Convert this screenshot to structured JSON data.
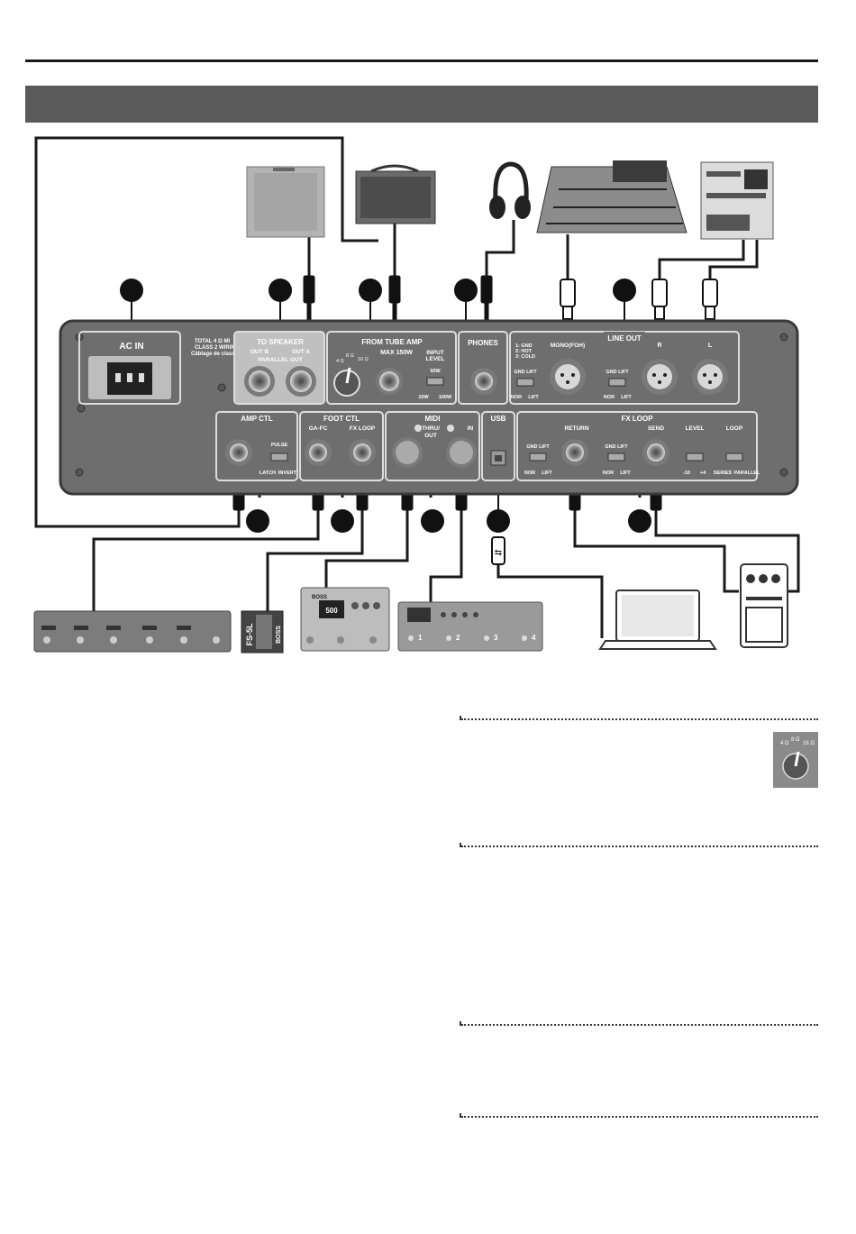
{
  "panel": {
    "ac_in": "AC IN",
    "total_lines": [
      "TOTAL 4 Ω MI",
      "CLASS 2 WIRIN",
      "Câblage de classe"
    ],
    "to_speaker": "TO SPEAKER",
    "out_b": "OUT B",
    "out_a": "OUT A",
    "parallel_out": "PARALLEL OUT",
    "from_tube_amp": "FROM TUBE AMP",
    "max_150w": "MAX 150W",
    "input": "INPUT",
    "level": "LEVEL",
    "ohm_4": "4 Ω",
    "ohm_8": "8 Ω",
    "ohm_16": "16 Ω",
    "w50": "50W",
    "w10": "10W",
    "w100": "100W",
    "phones": "PHONES",
    "line_out": "LINE OUT",
    "gnd_legend": [
      "1: GND",
      "2: HOT",
      "3: COLD"
    ],
    "mono_foh": "MONO(FOH)",
    "r": "R",
    "l": "L",
    "gnd_lift": "GND LIFT",
    "nor": "NOR",
    "lift": "LIFT",
    "amp_ctl": "AMP CTL",
    "pulse": "PULSE",
    "latch": "LATCH",
    "invert": "INVERT",
    "foot_ctl": "FOOT CTL",
    "ga_fc": "GA-FC",
    "fx_loop_jack": "FX LOOP",
    "midi": "MIDI",
    "thru_out": [
      "THRU/",
      "OUT"
    ],
    "midi_in": "IN",
    "usb": "USB",
    "fx_loop": "FX LOOP",
    "return": "RETURN",
    "send": "SEND",
    "level_sw": "LEVEL",
    "loop": "LOOP",
    "minus10": "-10",
    "plus4": "+4",
    "series": "SERIES",
    "parallel": "PARALLEL"
  },
  "devices": {
    "fs5l_label": "FS-5L",
    "boss_logo": "BOSS",
    "display_value": "500",
    "switcher_numbers": [
      "1",
      "2",
      "3",
      "4"
    ],
    "knob_thumb": [
      "4 Ω",
      "8 Ω",
      "16 Ω"
    ]
  },
  "colors": {
    "panel": "#6e6e6e",
    "section": "#b9b9b9",
    "cable": "#1a1a1a",
    "title_bar": "#5a5a5a"
  }
}
